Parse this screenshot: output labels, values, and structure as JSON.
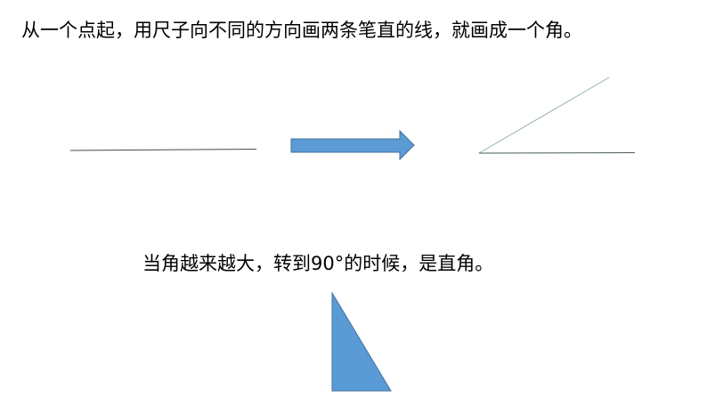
{
  "slide": {
    "line1": "从一个点起，用尺子向不同的方向画两条笔直的线，就画成一个角。",
    "line2": "当角越来越大，转到90°的时候，是直角。"
  },
  "colors": {
    "arrow_fill": "#5b9bd5",
    "arrow_stroke": "#41719c",
    "triangle_fill": "#5b9bd5",
    "triangle_stroke": "#41719c",
    "straight_line": "#4a4a4a",
    "angle_upper_ray": "#8fb3a5",
    "angle_lower_ray": "#4a5a5e"
  },
  "shapes": {
    "straight_line": "straight-line",
    "arrow": "right-arrow",
    "angle": "angle-two-rays",
    "right_triangle": "right-triangle"
  }
}
